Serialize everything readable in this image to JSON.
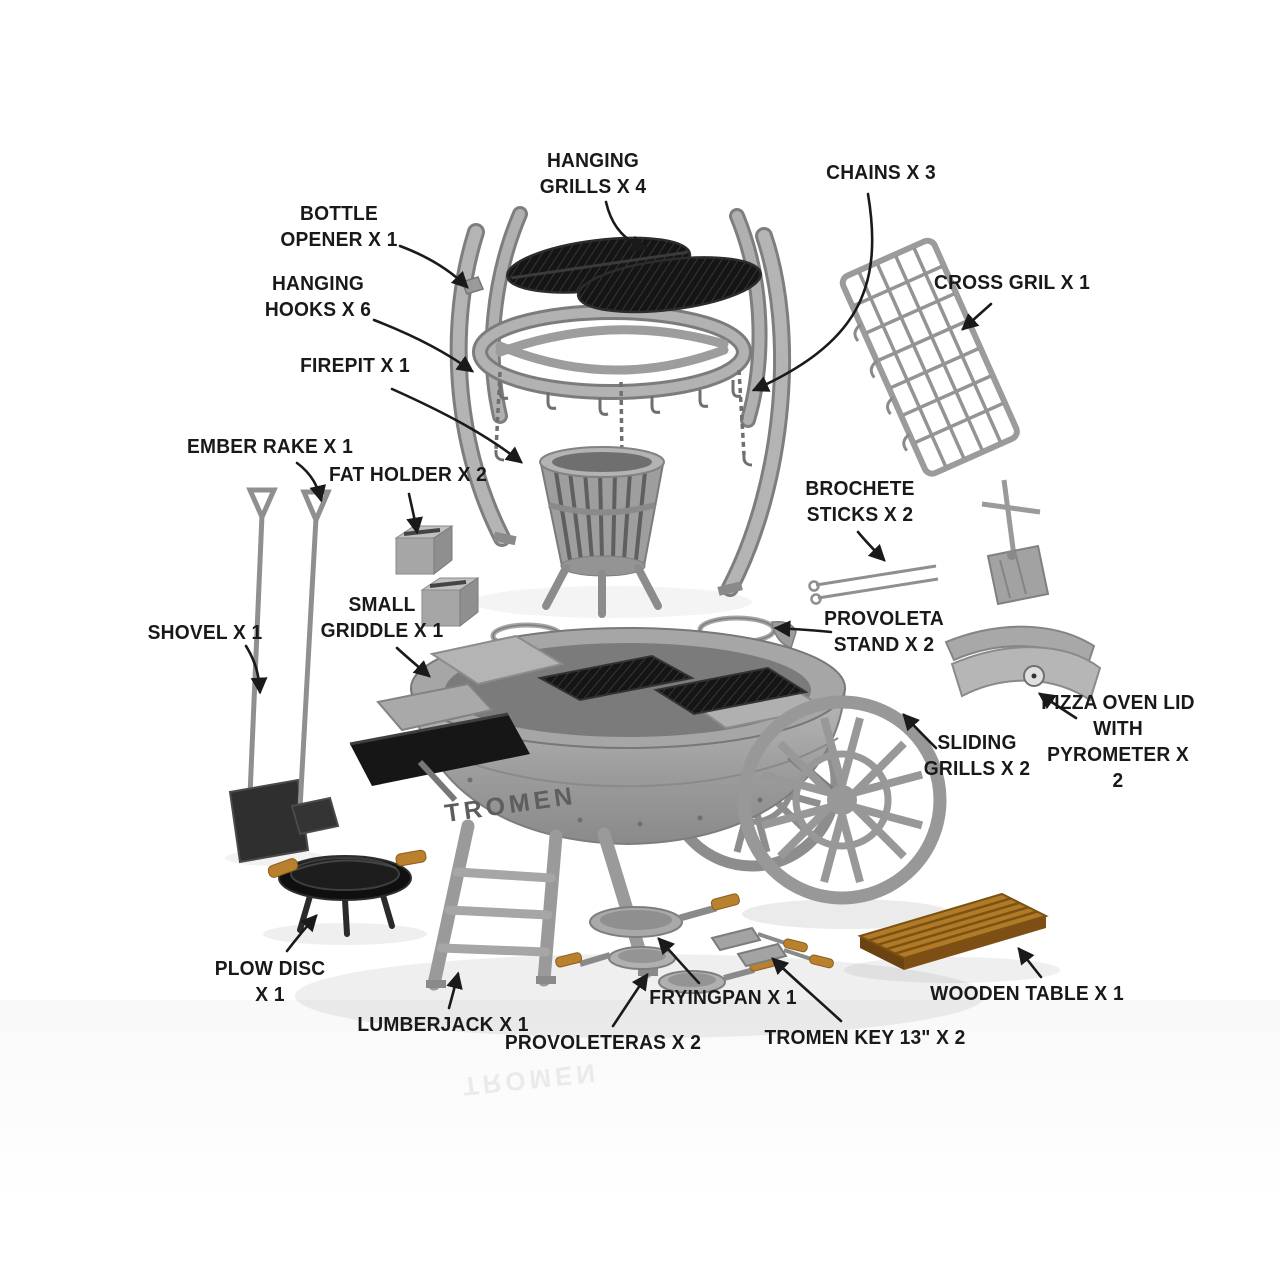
{
  "diagram": {
    "brand": "TROMEN",
    "background": "#ffffff",
    "label_color": "#191919",
    "labels": [
      {
        "id": "hanging-grills",
        "text": "HANGING\nGRILLS X 4"
      },
      {
        "id": "chains",
        "text": "CHAINS X 3"
      },
      {
        "id": "bottle-opener",
        "text": "BOTTLE\nOPENER X 1"
      },
      {
        "id": "hanging-hooks",
        "text": "HANGING\nHOOKS X 6"
      },
      {
        "id": "firepit",
        "text": "FIREPIT X 1"
      },
      {
        "id": "ember-rake",
        "text": "EMBER RAKE X 1"
      },
      {
        "id": "fat-holder",
        "text": "FAT HOLDER X 2"
      },
      {
        "id": "cross-gril",
        "text": "CROSS GRIL X 1"
      },
      {
        "id": "brochete-sticks",
        "text": "BROCHETE\nSTICKS X 2"
      },
      {
        "id": "provoleta-stand",
        "text": "PROVOLETA\nSTAND X 2"
      },
      {
        "id": "pizza-oven-lid",
        "text": "PIZZA OVEN LID\nWITH\nPYROMETER X 2"
      },
      {
        "id": "small-griddle",
        "text": "SMALL\nGRIDDLE X 1"
      },
      {
        "id": "shovel",
        "text": "SHOVEL X 1"
      },
      {
        "id": "sliding-grills",
        "text": "SLIDING\nGRILLS X 2"
      },
      {
        "id": "plow-disc",
        "text": "PLOW DISC\nX 1"
      },
      {
        "id": "lumberjack",
        "text": "LUMBERJACK X 1"
      },
      {
        "id": "provoleteras",
        "text": "PROVOLETERAS X 2"
      },
      {
        "id": "fryingpan",
        "text": "FRYINGPAN X 1"
      },
      {
        "id": "tromen-key",
        "text": "TROMEN KEY 13\" X 2"
      },
      {
        "id": "wooden-table",
        "text": "WOODEN TABLE X 1"
      }
    ]
  }
}
